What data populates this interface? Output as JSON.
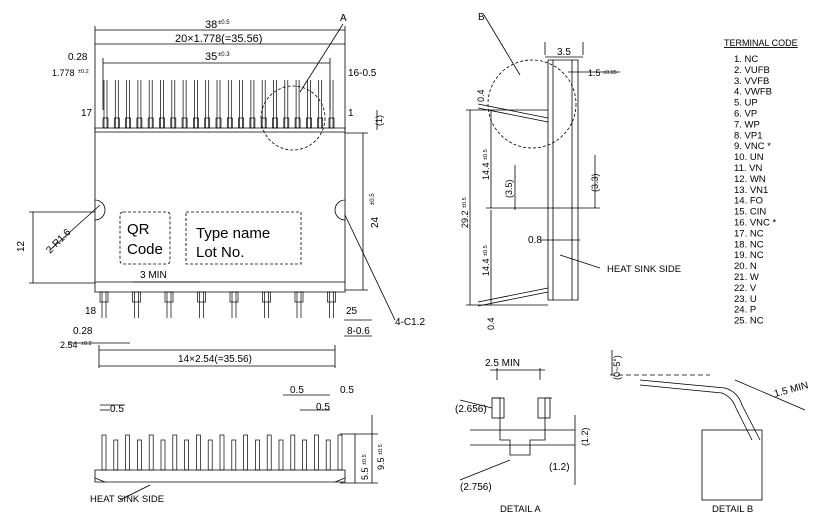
{
  "main_view": {
    "dim_width": "38",
    "dim_width_tol": "±0.5",
    "dim_pitch_total": "20×1.778(=35.56)",
    "dim_inner": "35",
    "dim_inner_tol": "±0.3",
    "dim_028_top": "0.28",
    "dim_1778": "1.778",
    "dim_1778_tol": "±0.2",
    "dim_16": "16-0.5",
    "dim_1": "(1)",
    "pin17": "17",
    "pin1": "1",
    "pin18": "18",
    "pin25": "25",
    "dim_12": "12",
    "dim_r16": "2-R1.6",
    "dim_24": "24",
    "dim_24_tol": "±0.5",
    "dim_3min": "3 MIN",
    "dim_028_bot": "0.28",
    "dim_254": "2.54",
    "dim_254_tol": "±0.2",
    "dim_806": "8-0.6",
    "dim_c12": "4-C1.2",
    "dim_pitch_bottom": "14×2.54(=35.56)",
    "qr_line1": "QR",
    "qr_line2": "Code",
    "type_line1": "Type name",
    "type_line2": "Lot No.",
    "label_a": "A"
  },
  "side_view": {
    "label_b": "B",
    "dim_35": "3.5",
    "dim_15": "1.5",
    "dim_15_tol": "±0.05",
    "dim_04_top": "0.4",
    "dim_144_top": "14.4",
    "dim_144_tol": "±0.5",
    "dim_292": "29.2",
    "dim_292_tol": "±0.5",
    "dim_35b": "(3.5)",
    "dim_33": "(3.3)",
    "dim_08": "0.8",
    "dim_144_bot": "14.4",
    "dim_04_bot": "0.4",
    "heat_sink": "HEAT SINK SIDE"
  },
  "bottom_view": {
    "dim_05_a": "0.5",
    "dim_05_b": "0.5",
    "dim_05_c": "0.5",
    "dim_05_d": "0.5",
    "dim_55": "5.5",
    "dim_55_tol": "±0.5",
    "dim_95": "9.5",
    "dim_95_tol": "±0.5",
    "heat_sink": "HEAT SINK SIDE"
  },
  "detail_a": {
    "dim_25min": "2.5 MIN",
    "dim_2656": "(2.656)",
    "dim_12a": "(1.2)",
    "dim_12b": "(1.2)",
    "dim_2756": "(2.756)",
    "caption": "DETAIL A"
  },
  "detail_b": {
    "dim_angle": "(0~5°)",
    "dim_15min": "1.5 MIN",
    "caption": "DETAIL B"
  },
  "terminal_code": {
    "title": "TERMINAL CODE",
    "rows": [
      "1.  NC",
      "2.  VUFB",
      "3.  VVFB",
      "4.  VWFB",
      "5.  UP",
      "6.  VP",
      "7.  WP",
      "8.  VP1",
      "9.  VNC *",
      "10. UN",
      "11. VN",
      "12. WN",
      "13. VN1",
      "14. FO",
      "15. CIN",
      "16. VNC *",
      "17. NC",
      "18. NC",
      "19. NC",
      "20. N",
      "21. W",
      "22. V",
      "23. U",
      "24. P",
      "25. NC"
    ]
  }
}
